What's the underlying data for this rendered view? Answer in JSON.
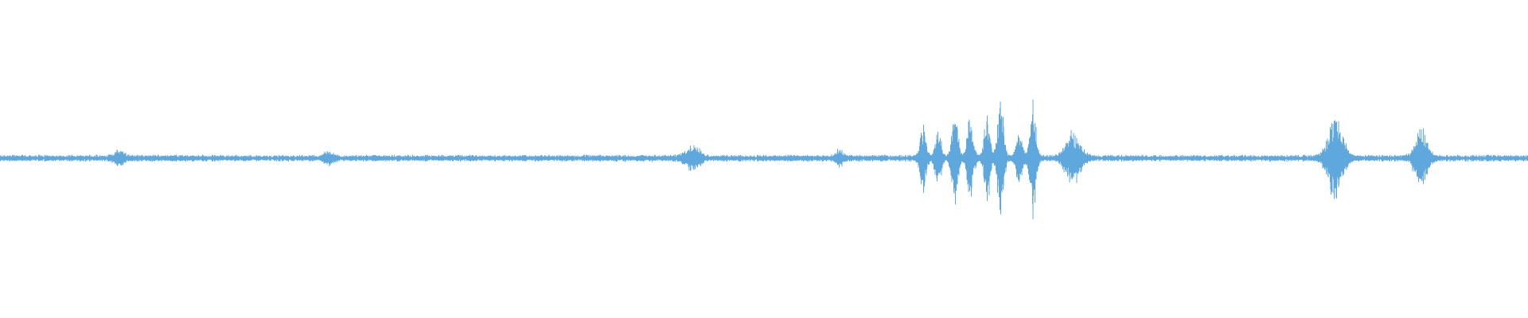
{
  "waveform": {
    "color": "#5ea8de",
    "background": "#ffffff",
    "baseline_noise_amplitude": 0.025,
    "amplitude_range": [
      -1,
      1
    ],
    "duration_fraction_segments": [
      {
        "label": "",
        "events": [
          {
            "t": 0.078,
            "amp": 0.07,
            "width": 0.004
          },
          {
            "t": 0.215,
            "amp": 0.06,
            "width": 0.004
          },
          {
            "t": 0.453,
            "amp": 0.12,
            "width": 0.006
          },
          {
            "t": 0.549,
            "amp": 0.07,
            "width": 0.003
          },
          {
            "t": 0.604,
            "amp": 0.35,
            "width": 0.0025
          },
          {
            "t": 0.614,
            "amp": 0.28,
            "width": 0.0025
          },
          {
            "t": 0.625,
            "amp": 0.45,
            "width": 0.0025
          },
          {
            "t": 0.635,
            "amp": 0.43,
            "width": 0.0025
          },
          {
            "t": 0.646,
            "amp": 0.42,
            "width": 0.0025
          },
          {
            "t": 0.655,
            "amp": 0.6,
            "width": 0.0025
          },
          {
            "t": 0.667,
            "amp": 0.25,
            "width": 0.0025
          },
          {
            "t": 0.676,
            "amp": 0.62,
            "width": 0.0025
          },
          {
            "t": 0.702,
            "amp": 0.25,
            "width": 0.006
          },
          {
            "t": 0.874,
            "amp": 0.4,
            "width": 0.006
          },
          {
            "t": 0.93,
            "amp": 0.28,
            "width": 0.005
          }
        ]
      }
    ]
  }
}
